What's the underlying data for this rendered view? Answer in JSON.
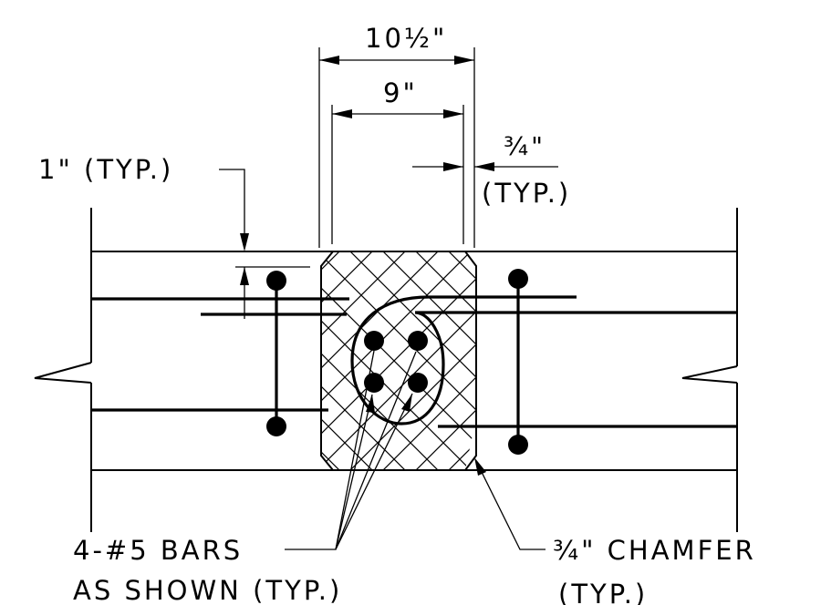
{
  "dimensions": {
    "overall_width": "10½\"",
    "inner_width": "9\"",
    "clearance": "¾\"",
    "clearance_note": "(TYP.)",
    "cover": "1\" (TYP.)"
  },
  "notes": {
    "bars_line1": "4-#5 BARS",
    "bars_line2": "AS SHOWN (TYP.)",
    "chamfer_line1": "¾\" CHAMFER",
    "chamfer_line2": "(TYP.)"
  }
}
